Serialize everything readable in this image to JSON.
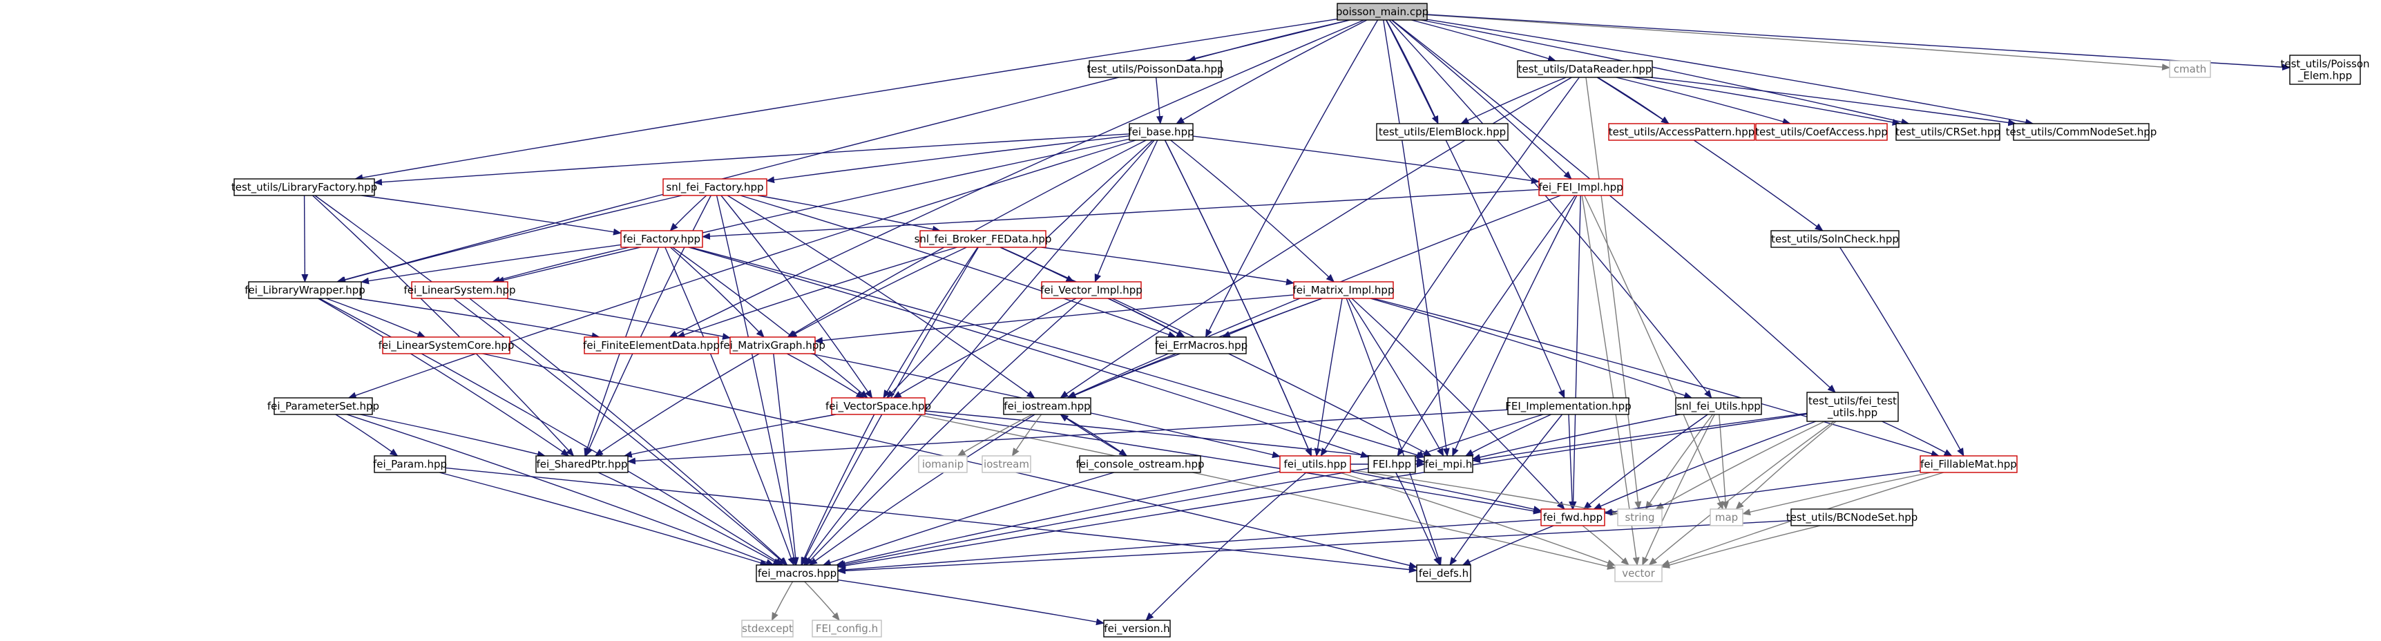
{
  "title": "poisson_main.cpp",
  "colors": {
    "edge": "#191970",
    "edge_system": "#7a7a7a",
    "border_normal": "#000000",
    "border_truncated": "#cc0000",
    "border_system": "#bfbfbf",
    "root_fill": "#bfbfbf",
    "text": "#000000",
    "text_system": "#808080"
  },
  "nodes": [
    {
      "id": "root",
      "label": "poisson_main.cpp",
      "style": "root"
    },
    {
      "id": "pdata",
      "label": "test_utils/PoissonData.hpp",
      "style": "normal"
    },
    {
      "id": "dreader",
      "label": "test_utils/DataReader.hpp",
      "style": "normal"
    },
    {
      "id": "cmath",
      "label": "cmath",
      "style": "system"
    },
    {
      "id": "pelem",
      "label": "test_utils/Poisson\n_Elem.hpp",
      "style": "normal"
    },
    {
      "id": "febase",
      "label": "fei_base.hpp",
      "style": "normal"
    },
    {
      "id": "elemblock",
      "label": "test_utils/ElemBlock.hpp",
      "style": "normal"
    },
    {
      "id": "accpat",
      "label": "test_utils/AccessPattern.hpp",
      "style": "truncated"
    },
    {
      "id": "coefacc",
      "label": "test_utils/CoefAccess.hpp",
      "style": "truncated"
    },
    {
      "id": "crset",
      "label": "test_utils/CRSet.hpp",
      "style": "normal"
    },
    {
      "id": "commnode",
      "label": "test_utils/CommNodeSet.hpp",
      "style": "normal"
    },
    {
      "id": "libfact",
      "label": "test_utils/LibraryFactory.hpp",
      "style": "normal"
    },
    {
      "id": "snlfact",
      "label": "snl_fei_Factory.hpp",
      "style": "truncated"
    },
    {
      "id": "feiimpl",
      "label": "fei_FEI_Impl.hpp",
      "style": "truncated"
    },
    {
      "id": "solnchk",
      "label": "test_utils/SolnCheck.hpp",
      "style": "normal"
    },
    {
      "id": "feifactory",
      "label": "fei_Factory.hpp",
      "style": "truncated"
    },
    {
      "id": "broker",
      "label": "snl_fei_Broker_FEData.hpp",
      "style": "truncated"
    },
    {
      "id": "libwrap",
      "label": "fei_LibraryWrapper.hpp",
      "style": "normal"
    },
    {
      "id": "linsys",
      "label": "fei_LinearSystem.hpp",
      "style": "truncated"
    },
    {
      "id": "vecimpl",
      "label": "fei_Vector_Impl.hpp",
      "style": "truncated"
    },
    {
      "id": "matimpl",
      "label": "fei_Matrix_Impl.hpp",
      "style": "truncated"
    },
    {
      "id": "linsyscore",
      "label": "fei_LinearSystemCore.hpp",
      "style": "truncated"
    },
    {
      "id": "fedata",
      "label": "fei_FiniteElementData.hpp",
      "style": "truncated"
    },
    {
      "id": "matgraph",
      "label": "fei_MatrixGraph.hpp",
      "style": "truncated"
    },
    {
      "id": "errmac",
      "label": "fei_ErrMacros.hpp",
      "style": "normal"
    },
    {
      "id": "paramset",
      "label": "fei_ParameterSet.hpp",
      "style": "normal"
    },
    {
      "id": "vecspace",
      "label": "fei_VectorSpace.hpp",
      "style": "truncated"
    },
    {
      "id": "iostream",
      "label": "fei_iostream.hpp",
      "style": "normal"
    },
    {
      "id": "feiimpl2",
      "label": "FEI_Implementation.hpp",
      "style": "normal"
    },
    {
      "id": "snlutils",
      "label": "snl_fei_Utils.hpp",
      "style": "normal"
    },
    {
      "id": "testutils",
      "label": "test_utils/fei_test\n_utils.hpp",
      "style": "normal"
    },
    {
      "id": "param",
      "label": "fei_Param.hpp",
      "style": "normal"
    },
    {
      "id": "sharedptr",
      "label": "fei_SharedPtr.hpp",
      "style": "normal"
    },
    {
      "id": "iomanip",
      "label": "iomanip",
      "style": "system"
    },
    {
      "id": "iostreamstd",
      "label": "iostream",
      "style": "system"
    },
    {
      "id": "consostream",
      "label": "fei_console_ostream.hpp",
      "style": "normal"
    },
    {
      "id": "feiutils",
      "label": "fei_utils.hpp",
      "style": "truncated"
    },
    {
      "id": "feihpp",
      "label": "FEI.hpp",
      "style": "normal"
    },
    {
      "id": "feimpi",
      "label": "fei_mpi.h",
      "style": "normal"
    },
    {
      "id": "fillmat",
      "label": "fei_FillableMat.hpp",
      "style": "truncated"
    },
    {
      "id": "feifwd",
      "label": "fei_fwd.hpp",
      "style": "truncated"
    },
    {
      "id": "string",
      "label": "string",
      "style": "system"
    },
    {
      "id": "map",
      "label": "map",
      "style": "system"
    },
    {
      "id": "bcnode",
      "label": "test_utils/BCNodeSet.hpp",
      "style": "normal"
    },
    {
      "id": "macros",
      "label": "fei_macros.hpp",
      "style": "normal"
    },
    {
      "id": "defs",
      "label": "fei_defs.h",
      "style": "normal"
    },
    {
      "id": "vector",
      "label": "vector",
      "style": "system"
    },
    {
      "id": "stdexcept",
      "label": "stdexcept",
      "style": "system"
    },
    {
      "id": "feiconfig",
      "label": "FEI_config.h",
      "style": "system"
    },
    {
      "id": "version",
      "label": "fei_version.h",
      "style": "normal"
    }
  ],
  "edges": [
    [
      "root",
      "pdata"
    ],
    [
      "root",
      "dreader"
    ],
    [
      "root",
      "cmath"
    ],
    [
      "root",
      "pelem"
    ],
    [
      "root",
      "febase"
    ],
    [
      "root",
      "elemblock"
    ],
    [
      "root",
      "crset"
    ],
    [
      "root",
      "commnode"
    ],
    [
      "root",
      "libfact"
    ],
    [
      "root",
      "libwrap"
    ],
    [
      "root",
      "fedata"
    ],
    [
      "root",
      "errmac"
    ],
    [
      "root",
      "feiimpl"
    ],
    [
      "root",
      "feiimpl2"
    ],
    [
      "root",
      "snlutils"
    ],
    [
      "root",
      "testutils"
    ],
    [
      "root",
      "feimpi"
    ],
    [
      "pdata",
      "febase"
    ],
    [
      "dreader",
      "elemblock"
    ],
    [
      "dreader",
      "accpat"
    ],
    [
      "dreader",
      "coefacc"
    ],
    [
      "dreader",
      "crset"
    ],
    [
      "dreader",
      "commnode"
    ],
    [
      "dreader",
      "iostream"
    ],
    [
      "dreader",
      "feiutils"
    ],
    [
      "dreader",
      "solnchk"
    ],
    [
      "dreader",
      "string"
    ],
    [
      "febase",
      "snlfact"
    ],
    [
      "febase",
      "libfact"
    ],
    [
      "febase",
      "feiimpl"
    ],
    [
      "febase",
      "matgraph"
    ],
    [
      "febase",
      "vecimpl"
    ],
    [
      "febase",
      "matimpl"
    ],
    [
      "febase",
      "vecspace"
    ],
    [
      "febase",
      "linsys"
    ],
    [
      "febase",
      "feiutils"
    ],
    [
      "febase",
      "macros"
    ],
    [
      "febase",
      "paramset"
    ],
    [
      "febase",
      "feiutils"
    ],
    [
      "libfact",
      "libwrap"
    ],
    [
      "libfact",
      "feifactory"
    ],
    [
      "libfact",
      "sharedptr"
    ],
    [
      "libfact",
      "macros"
    ],
    [
      "snlfact",
      "feifactory"
    ],
    [
      "snlfact",
      "broker"
    ],
    [
      "snlfact",
      "libwrap"
    ],
    [
      "snlfact",
      "errmac"
    ],
    [
      "snlfact",
      "vecspace"
    ],
    [
      "snlfact",
      "sharedptr"
    ],
    [
      "snlfact",
      "macros"
    ],
    [
      "snlfact",
      "iostream"
    ],
    [
      "feiimpl",
      "feifactory"
    ],
    [
      "feiimpl",
      "iostream"
    ],
    [
      "feiimpl",
      "feimpi"
    ],
    [
      "feiimpl",
      "feifwd"
    ],
    [
      "feiimpl",
      "vector"
    ],
    [
      "feiimpl",
      "map"
    ],
    [
      "feiimpl",
      "feihpp"
    ],
    [
      "solnchk",
      "fillmat"
    ],
    [
      "feifactory",
      "libwrap"
    ],
    [
      "feifactory",
      "linsys"
    ],
    [
      "feifactory",
      "matgraph"
    ],
    [
      "feifactory",
      "vecspace"
    ],
    [
      "feifactory",
      "feihpp"
    ],
    [
      "feifactory",
      "sharedptr"
    ],
    [
      "feifactory",
      "macros"
    ],
    [
      "feifactory",
      "feimpi"
    ],
    [
      "broker",
      "vecimpl"
    ],
    [
      "broker",
      "matimpl"
    ],
    [
      "broker",
      "fedata"
    ],
    [
      "broker",
      "matgraph"
    ],
    [
      "broker",
      "vecspace"
    ],
    [
      "broker",
      "errmac"
    ],
    [
      "broker",
      "macros"
    ],
    [
      "broker",
      "feimpi"
    ],
    [
      "libwrap",
      "linsyscore"
    ],
    [
      "libwrap",
      "fedata"
    ],
    [
      "libwrap",
      "sharedptr"
    ],
    [
      "libwrap",
      "macros"
    ],
    [
      "linsys",
      "matgraph"
    ],
    [
      "linsys",
      "macros"
    ],
    [
      "vecimpl",
      "errmac"
    ],
    [
      "vecimpl",
      "vecspace"
    ],
    [
      "vecimpl",
      "macros"
    ],
    [
      "matimpl",
      "errmac"
    ],
    [
      "matimpl",
      "matgraph"
    ],
    [
      "matimpl",
      "iostream"
    ],
    [
      "matimpl",
      "feiutils"
    ],
    [
      "matimpl",
      "snlutils"
    ],
    [
      "matimpl",
      "fillmat"
    ],
    [
      "matimpl",
      "feimpi"
    ],
    [
      "matimpl",
      "feifwd"
    ],
    [
      "matimpl",
      "defs"
    ],
    [
      "linsyscore",
      "defs"
    ],
    [
      "matgraph",
      "vecspace"
    ],
    [
      "matgraph",
      "sharedptr"
    ],
    [
      "matgraph",
      "macros"
    ],
    [
      "matgraph",
      "feiutils"
    ],
    [
      "errmac",
      "iostream"
    ],
    [
      "paramset",
      "param"
    ],
    [
      "paramset",
      "macros"
    ],
    [
      "paramset",
      "sharedptr"
    ],
    [
      "vecspace",
      "sharedptr"
    ],
    [
      "vecspace",
      "macros"
    ],
    [
      "vecspace",
      "feifwd"
    ],
    [
      "vecspace",
      "vector"
    ],
    [
      "vecspace",
      "feimpi"
    ],
    [
      "iostream",
      "iomanip"
    ],
    [
      "iostream",
      "iostreamstd"
    ],
    [
      "iostream",
      "consostream"
    ],
    [
      "iostream",
      "macros"
    ],
    [
      "consostream",
      "iostream"
    ],
    [
      "consostream",
      "macros"
    ],
    [
      "feiimpl2",
      "feimpi"
    ],
    [
      "feiimpl2",
      "feifwd"
    ],
    [
      "feiimpl2",
      "defs"
    ],
    [
      "feiimpl2",
      "sharedptr"
    ],
    [
      "feiimpl2",
      "feihpp"
    ],
    [
      "snlutils",
      "feimpi"
    ],
    [
      "snlutils",
      "feifwd"
    ],
    [
      "snlutils",
      "string"
    ],
    [
      "snlutils",
      "map"
    ],
    [
      "snlutils",
      "vector"
    ],
    [
      "testutils",
      "feimpi"
    ],
    [
      "testutils",
      "feifwd"
    ],
    [
      "testutils",
      "string"
    ],
    [
      "testutils",
      "vector"
    ],
    [
      "testutils",
      "macros"
    ],
    [
      "testutils",
      "fillmat"
    ],
    [
      "testutils",
      "map"
    ],
    [
      "param",
      "macros"
    ],
    [
      "param",
      "defs"
    ],
    [
      "sharedptr",
      "macros"
    ],
    [
      "feiutils",
      "feifwd"
    ],
    [
      "feiutils",
      "macros"
    ],
    [
      "feiutils",
      "feimpi"
    ],
    [
      "feiutils",
      "version"
    ],
    [
      "feiutils",
      "vector"
    ],
    [
      "feiutils",
      "string"
    ],
    [
      "feihpp",
      "defs"
    ],
    [
      "feihpp",
      "macros"
    ],
    [
      "fillmat",
      "feifwd"
    ],
    [
      "fillmat",
      "map"
    ],
    [
      "fillmat",
      "vector"
    ],
    [
      "feifwd",
      "macros"
    ],
    [
      "feifwd",
      "defs"
    ],
    [
      "feifwd",
      "vector"
    ],
    [
      "bcnode",
      "macros"
    ],
    [
      "bcnode",
      "vector"
    ],
    [
      "macros",
      "stdexcept"
    ],
    [
      "macros",
      "feiconfig"
    ],
    [
      "macros",
      "version"
    ]
  ]
}
